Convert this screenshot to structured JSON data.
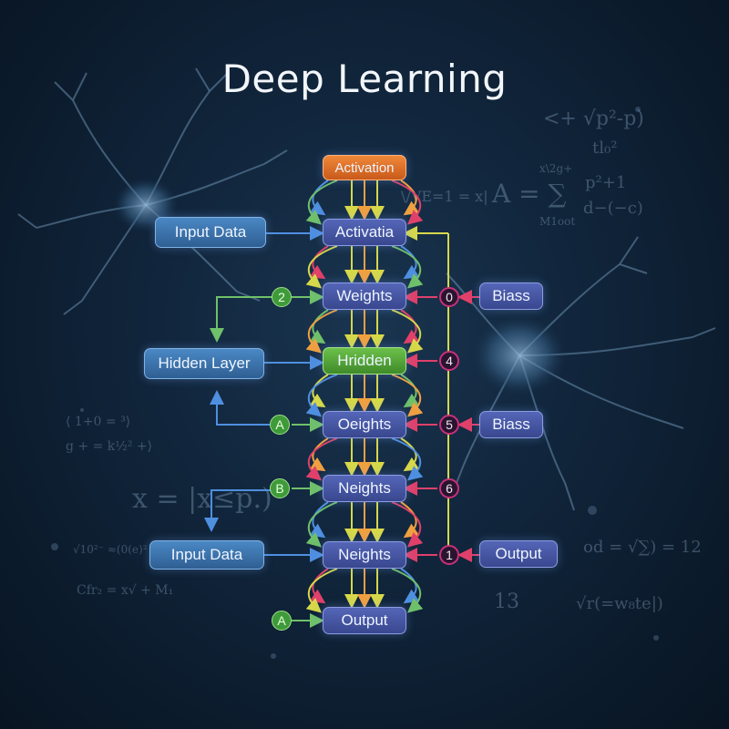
{
  "title": "Deep Learning",
  "nodes": {
    "activation_top": "Activation",
    "activatia": "Activatia",
    "input_data_top": "Input Data",
    "weights": "Weights",
    "biass_top": "Biass",
    "hidden_layer": "Hidden Layer",
    "hridden": "Hridden",
    "oeights": "Oeights",
    "biass_mid": "Biass",
    "neights_1": "Neights",
    "input_data_bottom": "Input Data",
    "neights_2": "Neights",
    "output_right": "Output",
    "output_bottom": "Output"
  },
  "badges": {
    "g_2": "2",
    "g_a1": "A",
    "g_b": "B",
    "g_a2": "A",
    "m_0": "0",
    "m_4": "4",
    "m_5": "5",
    "m_6": "6",
    "m_1": "1"
  },
  "background_math": {
    "m1": "<+ √p²-p)",
    "m2": "tl₀²",
    "m3": "x\\2g+",
    "m4": "A = ∑",
    "m5": "p²+1",
    "m6": "d−(−c)",
    "m7": "M1oot",
    "m8": "\\/VE=1 = x|",
    "m9": "⟨ 1+0 = ³⟩",
    "m10": "g + = k½² +⟩",
    "m11": "x = |x≤p.)",
    "m12": "√10²⁻ ≈(0(e)² +",
    "m13": "Cfr₂ = x√ + M₁",
    "m14": "od = √∑) = 12",
    "m15": "13",
    "m16": "√r(=w₈te|)"
  },
  "colors": {
    "background": "#0b1a2c",
    "node_blue": "#3f78b3",
    "node_indigo": "#4a59a8",
    "node_green": "#56a83a",
    "node_orange": "#e0752d",
    "arrow_yellow": "#d6d84a",
    "arrow_orange": "#f0a040",
    "arrow_blue": "#4f8fe0",
    "arrow_pink": "#e0406a",
    "arrow_green": "#6fc06a"
  }
}
